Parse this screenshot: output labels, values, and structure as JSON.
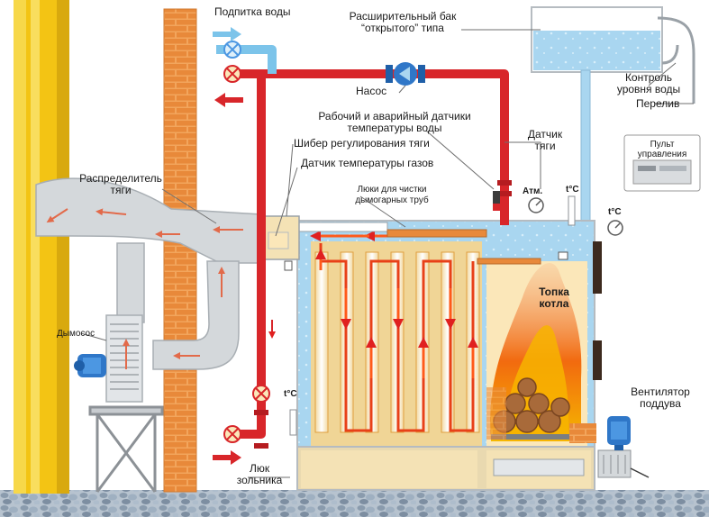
{
  "labels": {
    "water_feed": "Подпитка воды",
    "expansion_tank_1": "Расширительный бак",
    "expansion_tank_2": "“открытого” типа",
    "pump": "Насос",
    "level_control_1": "Контроль",
    "level_control_2": "уровня воды",
    "overflow": "Перелив",
    "temp_sensors_1": "Рабочий и аварийный датчики",
    "temp_sensors_2": "температуры воды",
    "draft_damper": "Шибер регулирования тяги",
    "draft_sensor_1": "Датчик",
    "draft_sensor_2": "тяги",
    "gas_temp_sensor": "Датчик температуры газов",
    "draft_distributor_1": "Распределитель",
    "draft_distributor_2": "тяги",
    "hatches_1": "Люки для чистки",
    "hatches_2": "дымогарных труб",
    "atm": "Атм.",
    "temp_gauge": "t°C",
    "control_panel_1": "Пульт",
    "control_panel_2": "управления",
    "smoke_exhauster": "Дымосос",
    "firebox_1": "Топка",
    "firebox_2": "котла",
    "fan_1": "Вентилятор",
    "fan_2": "поддува",
    "ash_hatch_1": "Люк",
    "ash_hatch_2": "зольника"
  },
  "colors": {
    "hot_pipe": "#d8262a",
    "cold_pipe": "#7cc4ea",
    "water": "#a9d6f0",
    "brick": "#e58a3c",
    "chimney": "#f3c414",
    "smoke": "#cfd3d6",
    "fire": "#f25a10",
    "ground": "#8fa1b3"
  },
  "icons": [
    "valve-icon",
    "pump-icon",
    "gauge-icon",
    "thermometer-icon",
    "motor-icon",
    "arrow-icon"
  ]
}
